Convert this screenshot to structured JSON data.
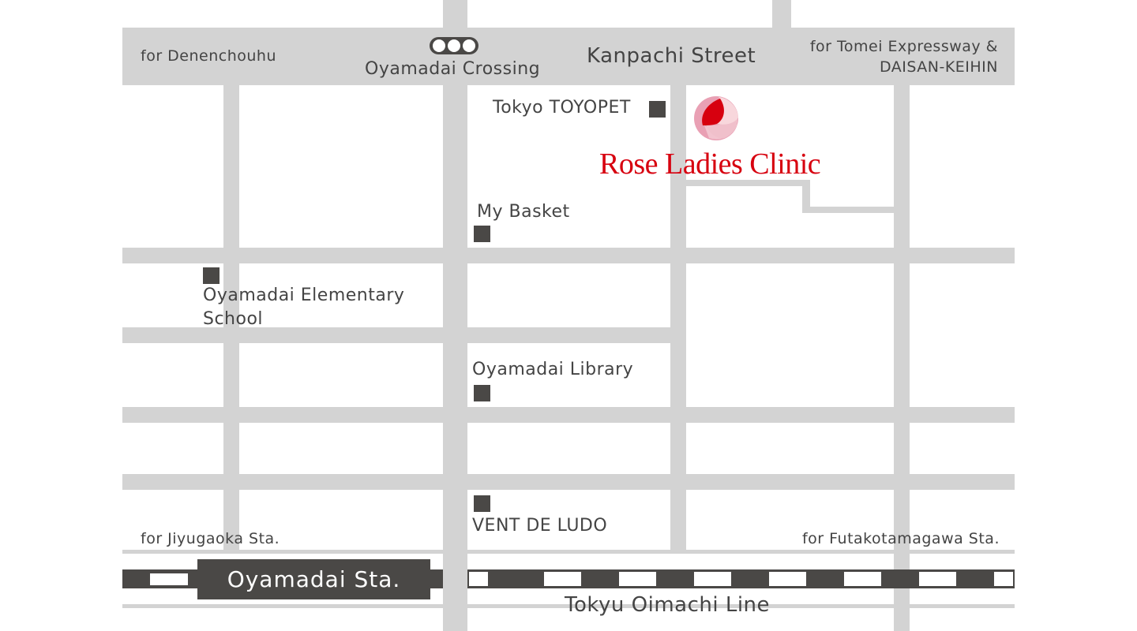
{
  "map": {
    "roads": {
      "top_left_label": "for Denenchouhu",
      "crossing": "Oyamadai Crossing",
      "main_street": "Kanpachi Street",
      "top_right_label_line1": "for Tomei Expressway &",
      "top_right_label_line2": "DAISAN-KEIHIN",
      "bottom_left_label": "for Jiyugaoka Sta.",
      "bottom_right_label": "for Futakotamagawa Sta."
    },
    "landmarks": [
      {
        "name": "Tokyo TOYOPET"
      },
      {
        "name": "My Basket"
      },
      {
        "name": "Oyamadai Elementary",
        "name2": "School"
      },
      {
        "name": "Oyamadai Library"
      },
      {
        "name": "VENT DE LUDO"
      }
    ],
    "clinic": {
      "name": "Rose Ladies Clinic",
      "color": "#d7000f"
    },
    "railway": {
      "station": "Oyamadai Sta.",
      "line": "Tokyu Oimachi Line"
    },
    "colors": {
      "road": "#d3d3d3",
      "marker": "#4a4846",
      "text": "#444444"
    },
    "icons": [
      "railroad-crossing-icon",
      "clinic-logo-icon",
      "landmark-marker-icon"
    ]
  }
}
